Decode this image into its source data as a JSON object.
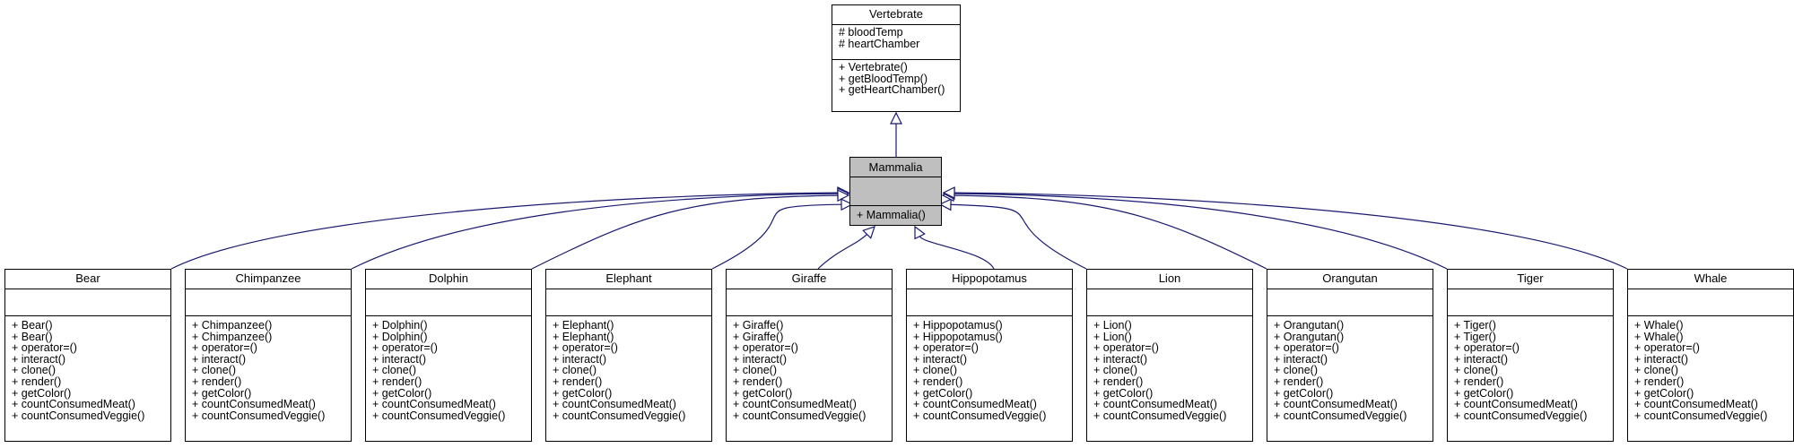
{
  "diagram": {
    "edge_color": "#191970",
    "parent": {
      "name": "Vertebrate",
      "attributes": [
        "# bloodTemp",
        "# heartChamber"
      ],
      "methods": [
        "+ Vertebrate()",
        "+ getBloodTemp()",
        "+ getHeartChamber()"
      ]
    },
    "base": {
      "name": "Mammalia",
      "attributes": [],
      "methods": [
        "+ Mammalia()"
      ],
      "highlight_color": "#bfbfbf"
    },
    "children": [
      {
        "name": "Bear",
        "methods": [
          "+ Bear()",
          "+ Bear()",
          "+ operator=()",
          "+ interact()",
          "+ clone()",
          "+ render()",
          "+ getColor()",
          "+ countConsumedMeat()",
          "+ countConsumedVeggie()"
        ]
      },
      {
        "name": "Chimpanzee",
        "methods": [
          "+ Chimpanzee()",
          "+ Chimpanzee()",
          "+ operator=()",
          "+ interact()",
          "+ clone()",
          "+ render()",
          "+ getColor()",
          "+ countConsumedMeat()",
          "+ countConsumedVeggie()"
        ]
      },
      {
        "name": "Dolphin",
        "methods": [
          "+ Dolphin()",
          "+ Dolphin()",
          "+ operator=()",
          "+ interact()",
          "+ clone()",
          "+ render()",
          "+ getColor()",
          "+ countConsumedMeat()",
          "+ countConsumedVeggie()"
        ]
      },
      {
        "name": "Elephant",
        "methods": [
          "+ Elephant()",
          "+ Elephant()",
          "+ operator=()",
          "+ interact()",
          "+ clone()",
          "+ render()",
          "+ getColor()",
          "+ countConsumedMeat()",
          "+ countConsumedVeggie()"
        ]
      },
      {
        "name": "Giraffe",
        "methods": [
          "+ Giraffe()",
          "+ Giraffe()",
          "+ operator=()",
          "+ interact()",
          "+ clone()",
          "+ render()",
          "+ getColor()",
          "+ countConsumedMeat()",
          "+ countConsumedVeggie()"
        ]
      },
      {
        "name": "Hippopotamus",
        "methods": [
          "+ Hippopotamus()",
          "+ Hippopotamus()",
          "+ operator=()",
          "+ interact()",
          "+ clone()",
          "+ render()",
          "+ getColor()",
          "+ countConsumedMeat()",
          "+ countConsumedVeggie()"
        ]
      },
      {
        "name": "Lion",
        "methods": [
          "+ Lion()",
          "+ Lion()",
          "+ operator=()",
          "+ interact()",
          "+ clone()",
          "+ render()",
          "+ getColor()",
          "+ countConsumedMeat()",
          "+ countConsumedVeggie()"
        ]
      },
      {
        "name": "Orangutan",
        "methods": [
          "+ Orangutan()",
          "+ Orangutan()",
          "+ operator=()",
          "+ interact()",
          "+ clone()",
          "+ render()",
          "+ getColor()",
          "+ countConsumedMeat()",
          "+ countConsumedVeggie()"
        ]
      },
      {
        "name": "Tiger",
        "methods": [
          "+ Tiger()",
          "+ Tiger()",
          "+ operator=()",
          "+ interact()",
          "+ clone()",
          "+ render()",
          "+ getColor()",
          "+ countConsumedMeat()",
          "+ countConsumedVeggie()"
        ]
      },
      {
        "name": "Whale",
        "methods": [
          "+ Whale()",
          "+ Whale()",
          "+ operator=()",
          "+ interact()",
          "+ clone()",
          "+ render()",
          "+ getColor()",
          "+ countConsumedMeat()",
          "+ countConsumedVeggie()"
        ]
      }
    ]
  }
}
